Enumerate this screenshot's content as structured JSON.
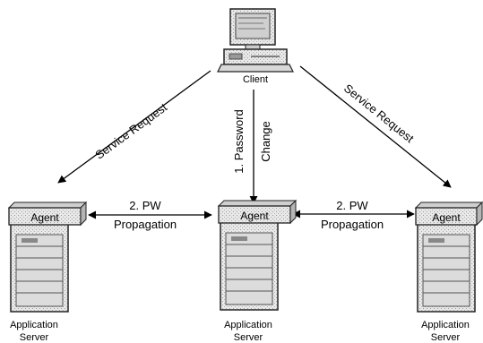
{
  "client": {
    "label": "Client"
  },
  "edges": {
    "left_request": "Service Request",
    "right_request": "Service Request",
    "password_change_line1": "1. Password",
    "password_change_line2": "Change",
    "left_propagation_line1": "2. PW",
    "left_propagation_line2": "Propagation",
    "right_propagation_line1": "2. PW",
    "right_propagation_line2": "Propagation"
  },
  "servers": [
    {
      "agent": "Agent",
      "label_line1": "Application",
      "label_line2": "Server"
    },
    {
      "agent": "Agent",
      "label_line1": "Application",
      "label_line2": "Server"
    },
    {
      "agent": "Agent",
      "label_line1": "Application",
      "label_line2": "Server"
    }
  ]
}
